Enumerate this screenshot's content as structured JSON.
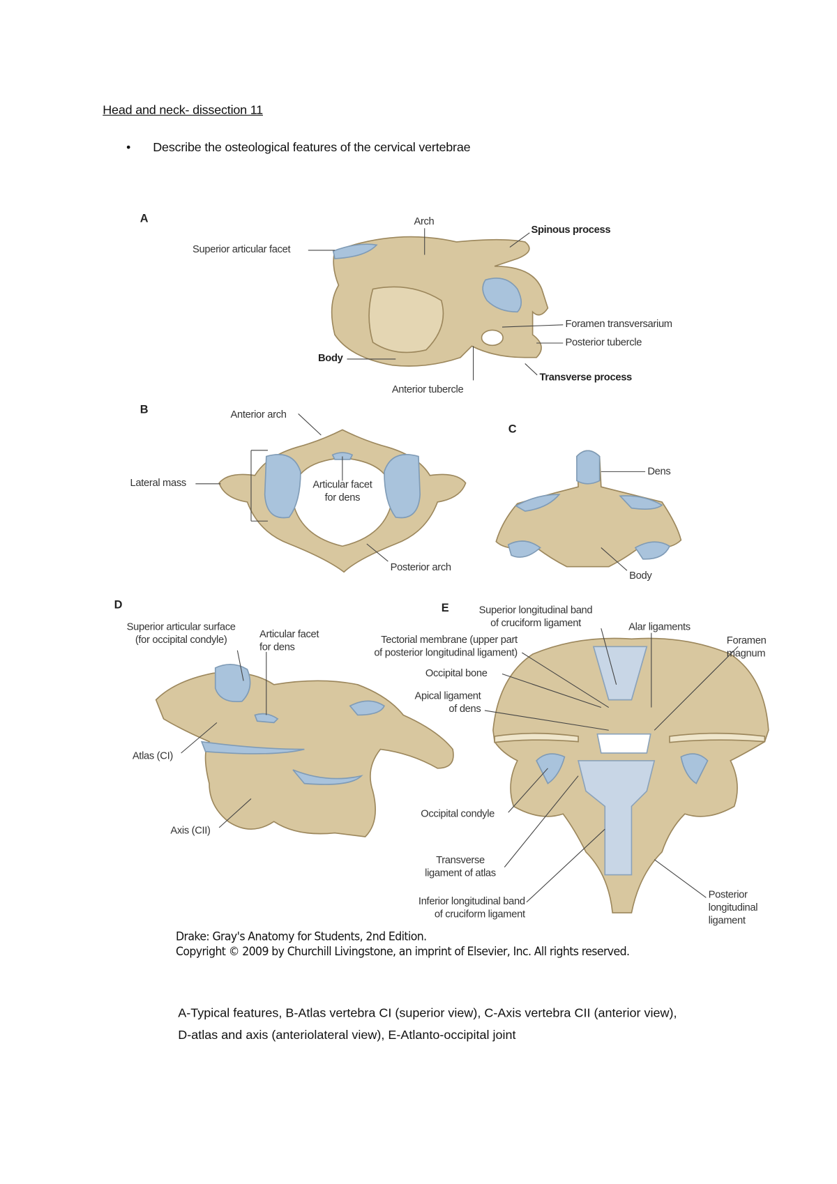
{
  "heading": "Head and neck- dissection 11",
  "bullet": {
    "marker": "•",
    "text": "Describe the osteological features of the cervical vertebrae"
  },
  "figure": {
    "A": {
      "panel": "A",
      "labels": {
        "arch": "Arch",
        "spinous": "Spinous process",
        "superior_facet": "Superior articular facet",
        "foramen": "Foramen transversarium",
        "posterior_tubercle": "Posterior tubercle",
        "transverse": "Transverse process",
        "body": "Body",
        "anterior_tubercle": "Anterior tubercle"
      }
    },
    "B": {
      "panel": "B",
      "labels": {
        "anterior_arch": "Anterior arch",
        "lateral_mass": "Lateral mass",
        "facet_dens_1": "Articular facet",
        "facet_dens_2": "for dens",
        "posterior_arch": "Posterior arch"
      }
    },
    "C": {
      "panel": "C",
      "labels": {
        "dens": "Dens",
        "body": "Body"
      }
    },
    "D": {
      "panel": "D",
      "labels": {
        "sup_surface_1": "Superior articular surface",
        "sup_surface_2": "(for occipital condyle)",
        "facet_dens_1": "Articular facet",
        "facet_dens_2": "for dens",
        "atlas": "Atlas (CI)",
        "axis": "Axis (CII)"
      }
    },
    "E": {
      "panel": "E",
      "labels": {
        "sup_band_1": "Superior longitudinal band",
        "sup_band_2": "of cruciform ligament",
        "alar": "Alar ligaments",
        "tectorial_1": "Tectorial membrane (upper part",
        "tectorial_2": "of posterior longitudinal ligament)",
        "foramen_1": "Foramen",
        "foramen_2": "magnum",
        "occipital_bone": "Occipital bone",
        "apical_1": "Apical ligament",
        "apical_2": "of dens",
        "condyle": "Occipital condyle",
        "transverse_1": "Transverse",
        "transverse_2": "ligament of atlas",
        "inf_band_1": "Inferior longitudinal band",
        "inf_band_2": "of cruciform ligament",
        "post_long_1": "Posterior",
        "post_long_2": "longitudinal",
        "post_long_3": "ligament"
      }
    },
    "credit_1": "Drake: Gray's Anatomy for Students, 2nd Edition.",
    "credit_2": "Copyright © 2009 by Churchill Livingstone, an imprint of Elsevier, Inc. All rights reserved."
  },
  "caption": {
    "line_1": "A-Typical features, B-Atlas vertebra CI (superior view), C-Axis vertebra CII (anterior view),",
    "line_2": "D-atlas and axis (anteriolateral view), E-Atlanto-occipital joint"
  }
}
